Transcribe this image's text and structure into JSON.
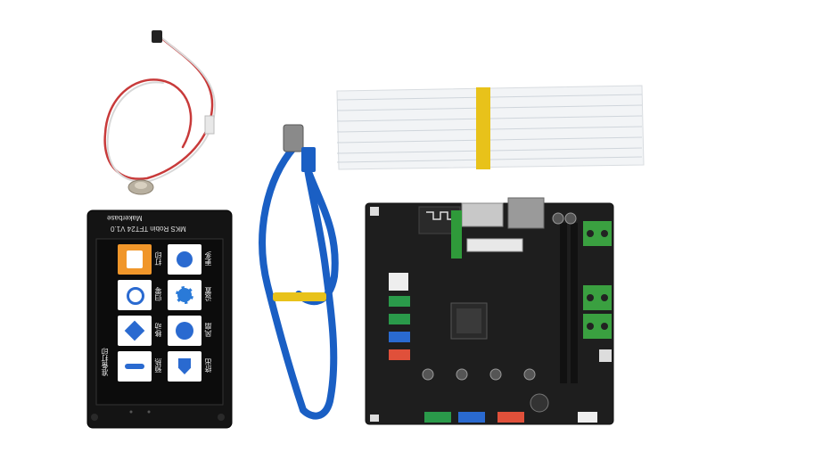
{
  "display": {
    "brand": "Makerbase",
    "model": "MKS Robin TFT24 V1.0",
    "tiles": [
      {
        "label": "打印",
        "icon": "print-icon"
      },
      {
        "label": "更多",
        "icon": "more-icon"
      },
      {
        "label": "归零",
        "icon": "home-icon"
      },
      {
        "label": "设置",
        "icon": "settings-icon"
      },
      {
        "label": "移动",
        "icon": "move-icon"
      },
      {
        "label": "风扇",
        "icon": "fan-icon"
      },
      {
        "label": "预热",
        "icon": "preheat-icon"
      },
      {
        "label": "挤出",
        "icon": "extrude-icon"
      }
    ],
    "status": "准备打印"
  },
  "colors": {
    "board": "#1e1e1e",
    "cable_blue": "#1a5fc4",
    "tie_yellow": "#e8c21a",
    "tile_orange": "#f0962a",
    "connector_green": "#2a9a4a",
    "connector_blue": "#2a6ad0",
    "connector_red": "#e0503a",
    "terminal_green": "#3aa040"
  }
}
